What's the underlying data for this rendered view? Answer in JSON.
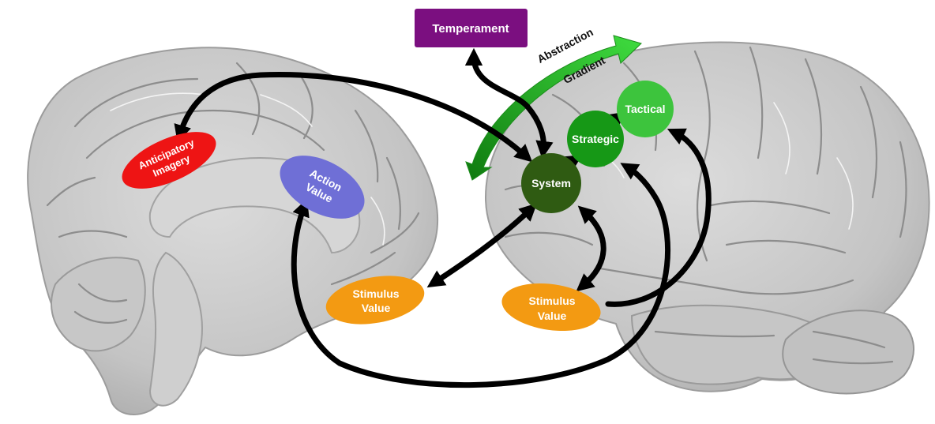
{
  "nodes": {
    "temperament": "Temperament",
    "anticipatory_imagery": [
      "Anticipatory",
      "Imagery"
    ],
    "action_value": [
      "Action",
      "Value"
    ],
    "stimulus_value_left": [
      "Stimulus",
      "Value"
    ],
    "stimulus_value_right": [
      "Stimulus",
      "Value"
    ],
    "system": "System",
    "strategic": "Strategic",
    "tactical": "Tactical"
  },
  "gradient": {
    "word1": "Abstraction",
    "word2": "Gradient"
  },
  "colors": {
    "temperament": "#7b0f80",
    "anticipatory_imagery": "#ee1414",
    "action_value": "#6f6fd6",
    "stimulus_value": "#f39a12",
    "system": "#2f5b12",
    "strategic": "#169816",
    "tactical": "#3dc43d",
    "gradient_arrow": "#2bc42b",
    "brain": "#c9c9c9"
  }
}
